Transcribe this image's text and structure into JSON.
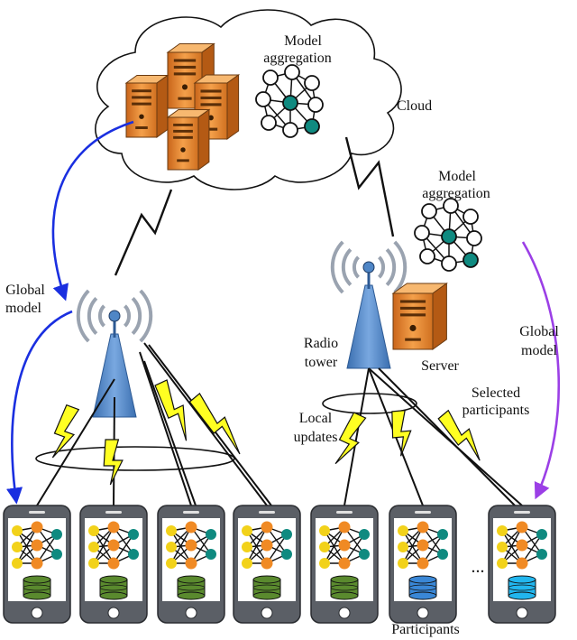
{
  "labels": {
    "cloud": "Cloud",
    "model_agg_top_1": "Model",
    "model_agg_top_2": "aggregation",
    "model_agg_mid_1": "Model",
    "model_agg_mid_2": "aggregation",
    "global_model_left_1": "Global",
    "global_model_left_2": "model",
    "global_model_right_1": "Global",
    "global_model_right_2": "model",
    "radio_tower_1": "Radio",
    "radio_tower_2": "tower",
    "server": "Server",
    "selected_1": "Selected",
    "selected_2": "participants",
    "local_updates_1": "Local",
    "local_updates_2": "updates",
    "participants": "Participants",
    "ellipsis": "..."
  },
  "colors": {
    "server_orange": "#e8892b",
    "tower_blue": "#4f86c6",
    "node_teal": "#0f8a80",
    "node_orange": "#f08a24",
    "node_yellow": "#f2d21a",
    "db_green": "#5a8a2e",
    "db_blue": "#3a87d6",
    "db_cyan": "#22b6ee",
    "arrow_blue": "#1a2fe0",
    "arrow_purple": "#9b3fe6",
    "bolt_yellow": "#ffff22"
  },
  "devices": [
    {
      "db": "green",
      "selected": false
    },
    {
      "db": "green",
      "selected": false
    },
    {
      "db": "green",
      "selected": false
    },
    {
      "db": "green",
      "selected": false
    },
    {
      "db": "green",
      "selected": true
    },
    {
      "db": "blue",
      "selected": true
    },
    {
      "db": "cyan",
      "selected": true
    }
  ]
}
